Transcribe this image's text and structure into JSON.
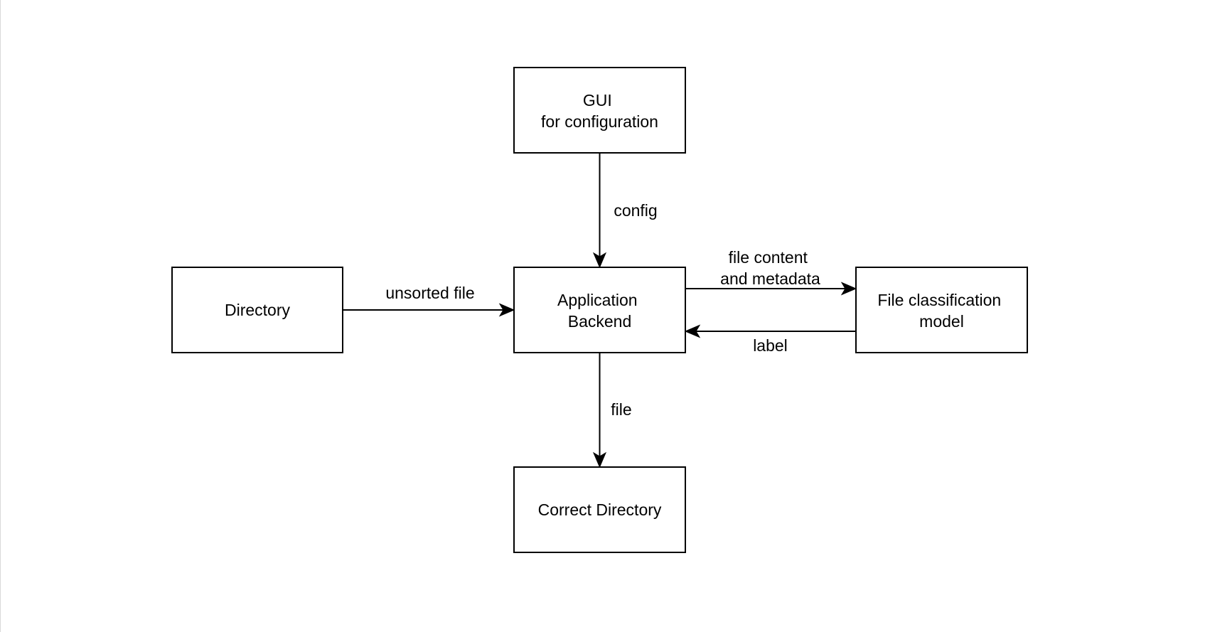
{
  "diagram": {
    "nodes": {
      "gui": {
        "lines": [
          "GUI",
          "for configuration"
        ]
      },
      "backend": {
        "lines": [
          "Application",
          "Backend"
        ]
      },
      "directory": {
        "lines": [
          "Directory"
        ]
      },
      "classifier": {
        "lines": [
          "File classification",
          "model"
        ]
      },
      "correct": {
        "lines": [
          "Correct Directory"
        ]
      }
    },
    "edges": {
      "config": {
        "lines": [
          "config"
        ]
      },
      "unsorted": {
        "lines": [
          "unsorted file"
        ]
      },
      "content": {
        "lines": [
          "file content",
          "and metadata"
        ]
      },
      "label": {
        "lines": [
          "label"
        ]
      },
      "file": {
        "lines": [
          "file"
        ]
      }
    }
  }
}
